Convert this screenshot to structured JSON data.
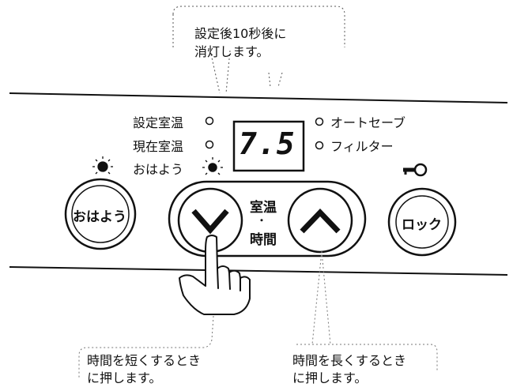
{
  "callouts": {
    "top_line1": "設定後10秒後に",
    "top_line2": "消灯します。",
    "left_line1": "時間を短くするとき",
    "left_line2": "に押します。",
    "right_line1": "時間を長くするとき",
    "right_line2": "に押します。"
  },
  "panel": {
    "indicators_left": [
      {
        "label": "設定室温"
      },
      {
        "label": "現在室温"
      },
      {
        "label": "おはよう"
      }
    ],
    "display_value": "7.5",
    "indicators_right": [
      {
        "label": "オートセーブ"
      },
      {
        "label": "フィルター"
      }
    ]
  },
  "buttons": {
    "ohayou": "おはよう",
    "center_line1": "室温",
    "center_dot": "・",
    "center_line2": "時間",
    "lock": "ロック"
  },
  "icons": {
    "down_button": "chevron-down-icon",
    "up_button": "chevron-up-icon",
    "lock_key": "key-icon",
    "hand": "pressing-hand-icon",
    "ohayou_lamp": "lit-lamp-icon"
  }
}
